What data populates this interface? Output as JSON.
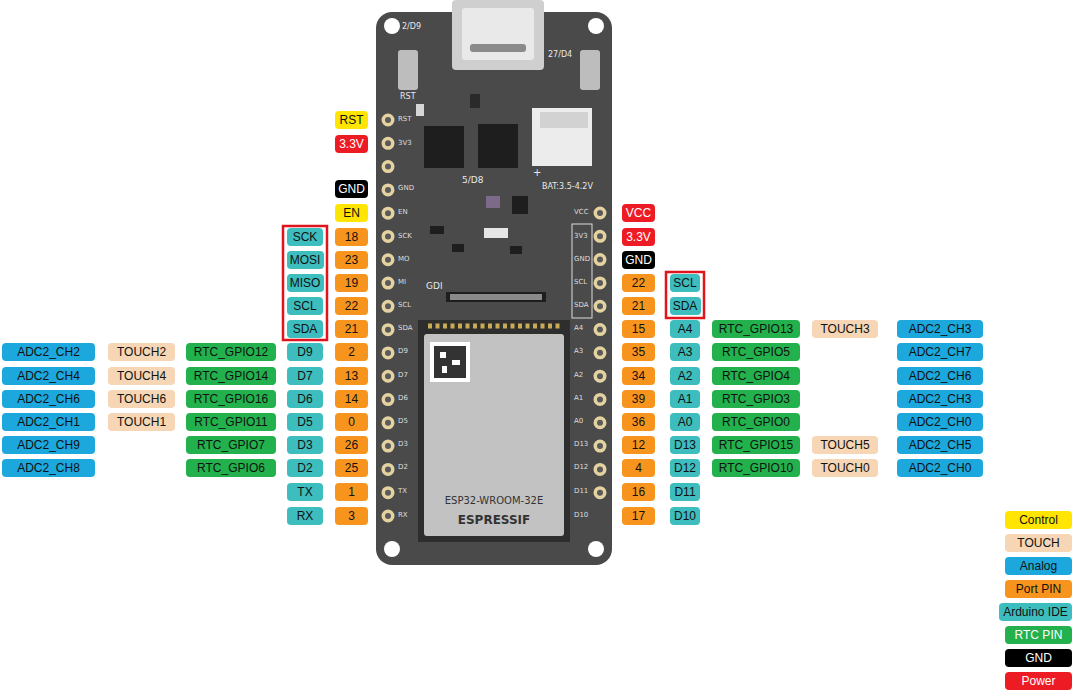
{
  "diagram": {
    "nodes": [
      {
        "text": [
          "RST"
        ]
      },
      {
        "text": [
          "3.3V"
        ]
      },
      {
        "text": [
          "GND"
        ]
      },
      {
        "text": [
          "EN"
        ]
      },
      {
        "text": [
          "VCC"
        ]
      },
      {
        "text": [
          "SCK"
        ]
      },
      {
        "text": [
          "18"
        ]
      },
      {
        "text": [
          "3.3V"
        ]
      },
      {
        "text": [
          "MOSI"
        ]
      },
      {
        "text": [
          "23"
        ]
      },
      {
        "text": [
          "GND"
        ]
      },
      {
        "text": [
          "MISO"
        ]
      },
      {
        "text": [
          "19"
        ]
      },
      {
        "text": [
          "22"
        ]
      },
      {
        "text": [
          "SCL"
        ]
      },
      {
        "text": [
          "SCL"
        ]
      },
      {
        "text": [
          "22"
        ]
      },
      {
        "text": [
          "21"
        ]
      },
      {
        "text": [
          "SDA"
        ]
      },
      {
        "text": [
          "SDA"
        ]
      },
      {
        "text": [
          "21"
        ]
      },
      {
        "text": [
          "15"
        ]
      },
      {
        "text": [
          "A4"
        ]
      },
      {
        "text": [
          "RTC_GPIO13"
        ]
      },
      {
        "text": [
          "TOUCH3"
        ]
      },
      {
        "text": [
          "ADC2_CH3"
        ]
      },
      {
        "text": [
          "ADC2_CH2"
        ]
      },
      {
        "text": [
          "TOUCH2"
        ]
      },
      {
        "text": [
          "RTC_GPIO12"
        ]
      },
      {
        "text": [
          "D9"
        ]
      },
      {
        "text": [
          "2"
        ]
      },
      {
        "text": [
          "35"
        ]
      },
      {
        "text": [
          "A3"
        ]
      },
      {
        "text": [
          "RTC_GPIO5"
        ]
      },
      {
        "text": [
          "ADC2_CH7"
        ]
      },
      {
        "text": [
          "ADC2_CH4"
        ]
      },
      {
        "text": [
          "TOUCH4"
        ]
      },
      {
        "text": [
          "RTC_GPIO14"
        ]
      },
      {
        "text": [
          "D7"
        ]
      },
      {
        "text": [
          "13"
        ]
      },
      {
        "text": [
          "34"
        ]
      },
      {
        "text": [
          "A2"
        ]
      },
      {
        "text": [
          "RTC_GPIO4"
        ]
      },
      {
        "text": [
          "ADC2_CH6"
        ]
      },
      {
        "text": [
          "ADC2_CH6"
        ]
      },
      {
        "text": [
          "TOUCH6"
        ]
      },
      {
        "text": [
          "RTC_GPIO16"
        ]
      },
      {
        "text": [
          "D6"
        ]
      },
      {
        "text": [
          "14"
        ]
      },
      {
        "text": [
          "39"
        ]
      },
      {
        "text": [
          "A1"
        ]
      },
      {
        "text": [
          "RTC_GPIO3"
        ]
      },
      {
        "text": [
          "ADC2_CH3"
        ]
      },
      {
        "text": [
          "ADC2_CH1"
        ]
      },
      {
        "text": [
          "TOUCH1"
        ]
      },
      {
        "text": [
          "RTC_GPIO11"
        ]
      },
      {
        "text": [
          "D5"
        ]
      },
      {
        "text": [
          "0"
        ]
      },
      {
        "text": [
          "36"
        ]
      },
      {
        "text": [
          "A0"
        ]
      },
      {
        "text": [
          "RTC_GPIO0"
        ]
      },
      {
        "text": [
          "ADC2_CH0"
        ]
      },
      {
        "text": [
          "ADC2_CH9"
        ]
      },
      {
        "text": [
          "RTC_GPIO7"
        ]
      },
      {
        "text": [
          "D3"
        ]
      },
      {
        "text": [
          "26"
        ]
      },
      {
        "text": [
          "12"
        ]
      },
      {
        "text": [
          "D13"
        ]
      },
      {
        "text": [
          "RTC_GPIO15"
        ]
      },
      {
        "text": [
          "TOUCH5"
        ]
      },
      {
        "text": [
          "ADC2_CH5"
        ]
      },
      {
        "text": [
          "ADC2_CH8"
        ]
      },
      {
        "text": [
          "RTC_GPIO6"
        ]
      },
      {
        "text": [
          "D2"
        ]
      },
      {
        "text": [
          "25"
        ]
      },
      {
        "text": [
          "4"
        ]
      },
      {
        "text": [
          "D12"
        ]
      },
      {
        "text": [
          "RTC_GPIO10"
        ]
      },
      {
        "text": [
          "TOUCH0"
        ]
      },
      {
        "text": [
          "ADC2_CH0"
        ]
      },
      {
        "text": [
          "TX"
        ]
      },
      {
        "text": [
          "1"
        ]
      },
      {
        "text": [
          "16"
        ]
      },
      {
        "text": [
          "D11"
        ]
      },
      {
        "text": [
          "RX"
        ]
      },
      {
        "text": [
          "3"
        ]
      },
      {
        "text": [
          "17"
        ]
      },
      {
        "text": [
          "D10"
        ]
      }
    ],
    "labels": [
      "2/D9",
      "RST",
      "27/D4",
      "5/D8",
      "+",
      "BAT:3.5-4.2V",
      "GDI",
      "ESP32-WROOM-32E",
      "ESPRESSIF",
      "RST",
      "3V3",
      "GND",
      "EN",
      "SCK",
      "MO",
      "MI",
      "SCL",
      "SDA",
      "D9",
      "D7",
      "D6",
      "D5",
      "D3",
      "D2",
      "TX",
      "RX",
      "VCC",
      "3V3",
      "GND",
      "SCL",
      "SDA",
      "A4",
      "A3",
      "A2",
      "A1",
      "A0",
      "D13",
      "D12",
      "D11",
      "D10"
    ],
    "legend": [
      {
        "text": "Control",
        "color": "#ffe500"
      },
      {
        "text": "TOUCH",
        "color": "#f6d6b4"
      },
      {
        "text": "Analog",
        "color": "#1ca7dd"
      },
      {
        "text": "Port PIN",
        "color": "#f7941d"
      },
      {
        "text": "Arduino IDE",
        "color": "#3dbdbd"
      },
      {
        "text": "RTC PIN",
        "color": "#22b14c"
      },
      {
        "text": "GND",
        "color": "#000000"
      },
      {
        "text": "Power",
        "color": "#ed1c24"
      }
    ]
  }
}
